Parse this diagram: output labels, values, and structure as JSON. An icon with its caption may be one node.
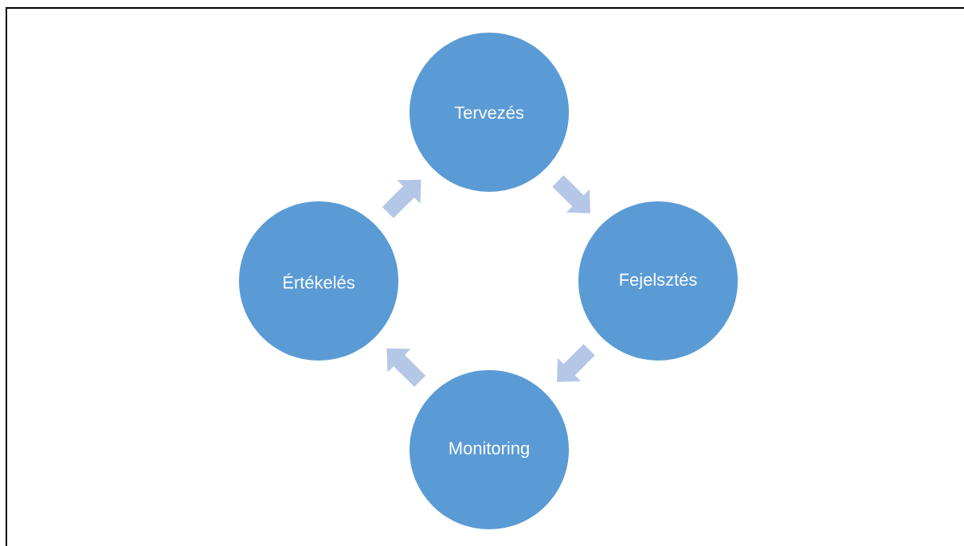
{
  "diagram": {
    "nodes": [
      {
        "text": [
          "Tervezés"
        ]
      },
      {
        "text": [
          "Értékelés"
        ]
      },
      {
        "text": [
          "Fejelsztés"
        ]
      },
      {
        "text": [
          "Monitoring"
        ]
      }
    ],
    "edges": [
      {
        "from": 0,
        "to": 2,
        "arrow": "to"
      },
      {
        "from": 2,
        "to": 3,
        "arrow": "to"
      },
      {
        "from": 3,
        "to": 1,
        "arrow": "to"
      },
      {
        "from": 1,
        "to": 0,
        "arrow": "to"
      }
    ]
  }
}
